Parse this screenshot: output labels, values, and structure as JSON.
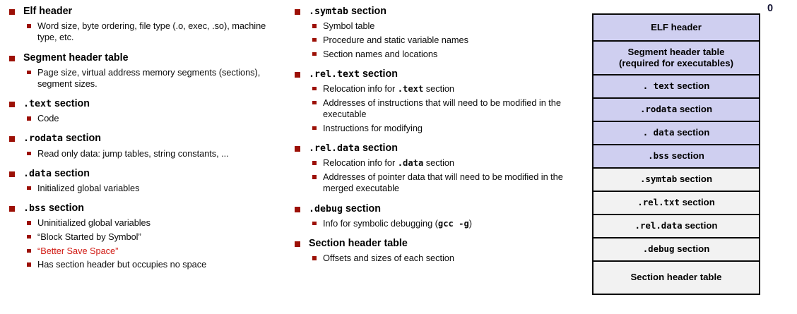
{
  "colors": {
    "bullet_square": "#9C1006",
    "highlight_text_red": "#D11A13",
    "diagram_fill_lavender": "#CFCFF0",
    "diagram_fill_gray": "#F2F2F2",
    "diagram_border": "#0A0A0A",
    "zero_label": "#151535"
  },
  "left_column": [
    {
      "title_plain": "Elf header",
      "title_mono": "",
      "title_suffix": "",
      "children": [
        "Word size, byte ordering, file type (.o, exec, .so), machine type, etc."
      ]
    },
    {
      "title_plain": "Segment header table",
      "title_mono": "",
      "title_suffix": "",
      "children": [
        "Page size, virtual address memory segments (sections), segment sizes."
      ]
    },
    {
      "title_plain": "",
      "title_mono": ".text",
      "title_suffix": " section",
      "children": [
        "Code"
      ]
    },
    {
      "title_plain": "",
      "title_mono": ".rodata",
      "title_suffix": " section",
      "children": [
        "Read only data: jump tables, string constants, ..."
      ]
    },
    {
      "title_plain": "",
      "title_mono": ".data",
      "title_suffix": " section",
      "children": [
        "Initialized global variables"
      ]
    },
    {
      "title_plain": "",
      "title_mono": ".bss",
      "title_suffix": " section",
      "children": [
        "Uninitialized global variables",
        "“Block Started by Symbol”",
        "“Better Save Space”",
        "Has section header but occupies no space"
      ],
      "red_child_index": 2
    }
  ],
  "middle_column": [
    {
      "title_plain": "",
      "title_mono": ".symtab",
      "title_suffix": " section",
      "children": [
        "Symbol table",
        "Procedure and static variable names",
        "Section names and locations"
      ]
    },
    {
      "title_plain": "",
      "title_mono": ".rel.text",
      "title_suffix": " section",
      "children_rich": [
        {
          "pre": "Relocation info for ",
          "mono": ".text",
          "post": " section"
        },
        {
          "pre": "Addresses of instructions that will need to be modified in the executable",
          "mono": "",
          "post": ""
        },
        {
          "pre": "Instructions for modifying",
          "mono": "",
          "post": ""
        }
      ]
    },
    {
      "title_plain": "",
      "title_mono": ".rel.data",
      "title_suffix": " section",
      "children_rich": [
        {
          "pre": "Relocation info for ",
          "mono": ".data",
          "post": " section"
        },
        {
          "pre": "Addresses of pointer data that will need to be modified in the merged executable",
          "mono": "",
          "post": ""
        }
      ]
    },
    {
      "title_plain": "",
      "title_mono": ".debug",
      "title_suffix": " section",
      "children_rich": [
        {
          "pre": "Info for symbolic debugging (",
          "mono": "gcc -g",
          "post": ")"
        }
      ]
    },
    {
      "title_plain": "Section header table",
      "title_mono": "",
      "title_suffix": "",
      "children": [
        "Offsets and sizes of each section"
      ]
    }
  ],
  "diagram": {
    "offset_label": "0",
    "rows": [
      {
        "plain": "ELF header",
        "mono": "",
        "suffix": "",
        "fill": "lav",
        "height": "h38"
      },
      {
        "plain": "Segment header table\n(required for executables)",
        "mono": "",
        "suffix": "",
        "fill": "lav",
        "height": "h48"
      },
      {
        "plain": "",
        "mono": ". text",
        "suffix": " section",
        "fill": "lav",
        "height": "h33"
      },
      {
        "plain": "",
        "mono": ".rodata",
        "suffix": " section",
        "fill": "lav",
        "height": "h33"
      },
      {
        "plain": "",
        "mono": ". data",
        "suffix": " section",
        "fill": "lav",
        "height": "h33"
      },
      {
        "plain": "",
        "mono": ".bss",
        "suffix": " section",
        "fill": "lav",
        "height": "h33"
      },
      {
        "plain": "",
        "mono": ".symtab",
        "suffix": "  section",
        "fill": "gry",
        "height": "h33"
      },
      {
        "plain": "",
        "mono": ".rel.txt",
        "suffix": "  section",
        "fill": "gry",
        "height": "h33"
      },
      {
        "plain": "",
        "mono": ".rel.data",
        "suffix": "  section",
        "fill": "gry",
        "height": "h33"
      },
      {
        "plain": "",
        "mono": ".debug",
        "suffix": "  section",
        "fill": "gry",
        "height": "h33"
      },
      {
        "plain": "Section header table",
        "mono": "",
        "suffix": "",
        "fill": "gry",
        "height": "h45"
      }
    ]
  }
}
